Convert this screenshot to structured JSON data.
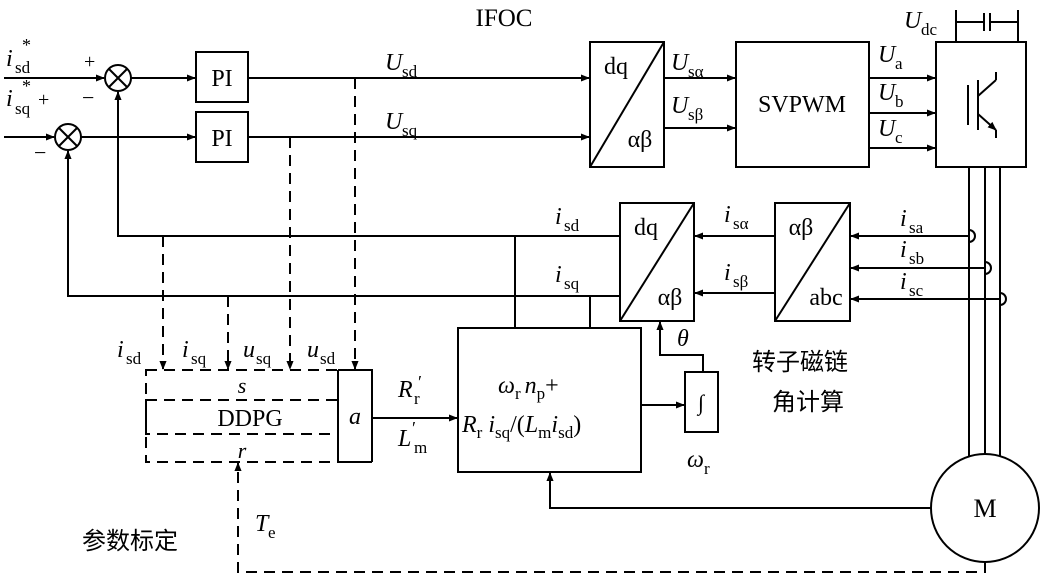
{
  "title": "IFOC",
  "blocks": {
    "pi_d": "PI",
    "pi_q": "PI",
    "dq_top": "dq",
    "ab_top": "αβ",
    "svpwm": "SVPWM",
    "dq_mid": "dq",
    "ab_mid": "αβ",
    "ab_right": "αβ",
    "abc_right": "abc",
    "integrator": "∫",
    "motor": "M",
    "ddpg": "DDPG",
    "ddpg_s": "s",
    "ddpg_r": "r",
    "ddpg_a": "a",
    "slip_line1": "ω",
    "slip_line1_sub": "r",
    "slip_line1_b": "n",
    "slip_line1_b_sub": "p",
    "slip_line1_plus": "+",
    "slip_line2_a": "R",
    "slip_line2_a_sub": "r",
    "slip_line2_b": "i",
    "slip_line2_b_sub": "sq",
    "slip_line2_c": "/(",
    "slip_line2_d": "L",
    "slip_line2_d_sub": "m",
    "slip_line2_e": "i",
    "slip_line2_e_sub": "sd",
    "slip_line2_f": ")"
  },
  "signals": {
    "isd_ref": {
      "main": "i",
      "sub": "sd",
      "sup": "*"
    },
    "isq_ref": {
      "main": "i",
      "sub": "sq",
      "sup": "*"
    },
    "plus1": "+",
    "minus1": "−",
    "plus2": "+",
    "minus2": "−",
    "usd": {
      "main": "U",
      "sub": "sd"
    },
    "usq": {
      "main": "U",
      "sub": "sq"
    },
    "usalpha": {
      "main": "U",
      "sub": "sα"
    },
    "usbeta": {
      "main": "U",
      "sub": "sβ"
    },
    "ua": {
      "main": "U",
      "sub": "a"
    },
    "ub": {
      "main": "U",
      "sub": "b"
    },
    "uc": {
      "main": "U",
      "sub": "c"
    },
    "udc": {
      "main": "U",
      "sub": "dc"
    },
    "isd_fb": {
      "main": "i",
      "sub": "sd"
    },
    "isq_fb": {
      "main": "i",
      "sub": "sq"
    },
    "isalpha": {
      "main": "i",
      "sub": "sα"
    },
    "isbeta": {
      "main": "i",
      "sub": "sβ"
    },
    "isa": {
      "main": "i",
      "sub": "sa"
    },
    "isb": {
      "main": "i",
      "sub": "sb"
    },
    "isc": {
      "main": "i",
      "sub": "sc"
    },
    "theta": "θ",
    "omega_r": {
      "main": "ω",
      "sub": "r"
    },
    "in_isd": {
      "main": "i",
      "sub": "sd"
    },
    "in_isq": {
      "main": "i",
      "sub": "sq"
    },
    "in_usq": {
      "main": "u",
      "sub": "sq"
    },
    "in_usd": {
      "main": "u",
      "sub": "sd"
    },
    "rr": {
      "main": "R",
      "sub": "r",
      "prime": "′"
    },
    "lm": {
      "main": "L",
      "sub": "m",
      "prime": "′"
    },
    "te": {
      "main": "T",
      "sub": "e"
    }
  },
  "annotations": {
    "rotor_flux_line1": "转子磁链",
    "rotor_flux_line2": "角计算",
    "param_calibration": "参数标定"
  }
}
